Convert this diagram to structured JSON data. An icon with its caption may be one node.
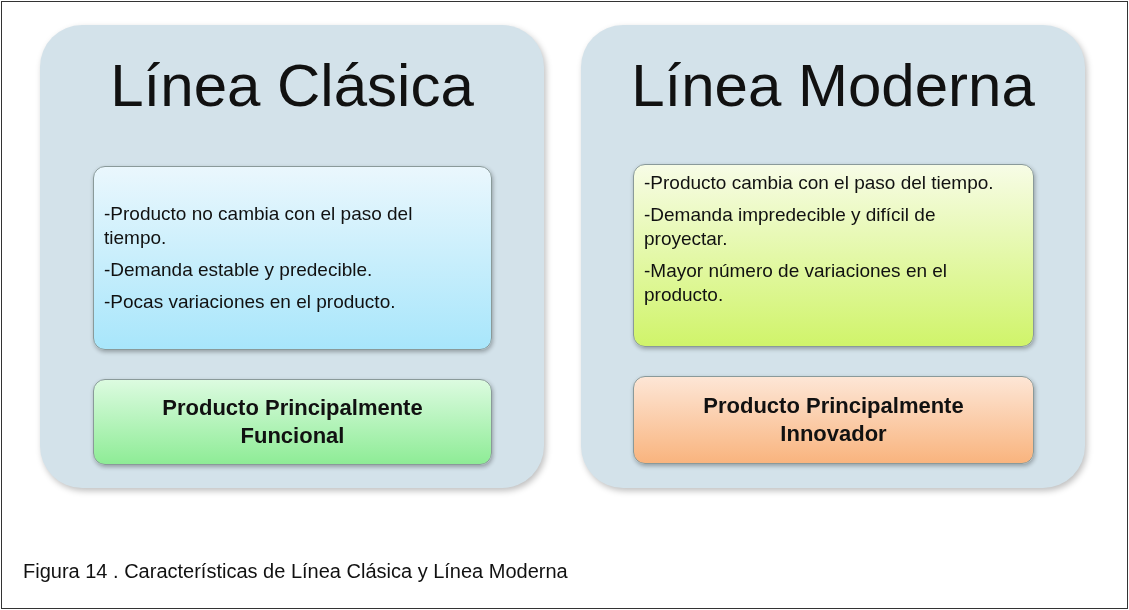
{
  "diagram": {
    "caption": "Figura 14 . Características de Línea Clásica y Línea Moderna",
    "nodes": [
      {
        "text": [
          "Línea Clásica"
        ]
      },
      {
        "text": [
          "-Producto no cambia con el paso del tiempo.",
          "-Demanda estable y predecible.",
          "-Pocas variaciones en el producto."
        ],
        "in": 0
      },
      {
        "text": [
          "Producto Principalmente Funcional"
        ],
        "in": 0
      },
      {
        "text": [
          "Línea Moderna"
        ]
      },
      {
        "text": [
          "-Producto cambia con el paso del tiempo.",
          "-Demanda impredecible y difícil de proyectar.",
          "-Mayor número de variaciones en el producto."
        ],
        "in": 3
      },
      {
        "text": [
          "Producto Principalmente Innovador"
        ],
        "in": 3
      }
    ]
  }
}
